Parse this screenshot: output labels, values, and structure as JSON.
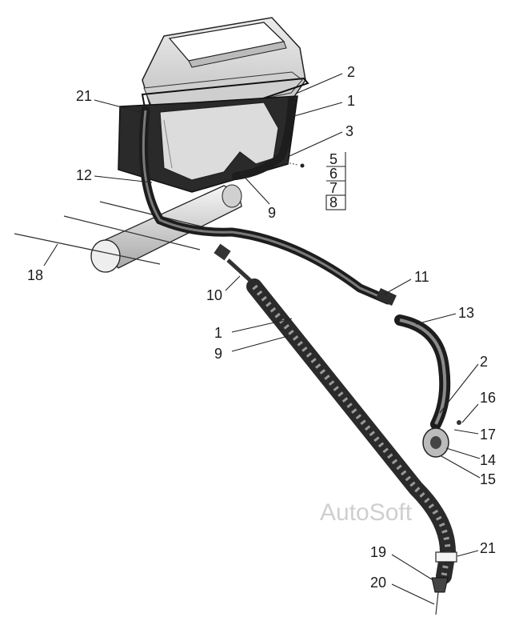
{
  "labels": {
    "l1a": "1",
    "l1b": "1",
    "l2a": "2",
    "l2b": "2",
    "l3": "3",
    "l5": "5",
    "l6": "6",
    "l7": "7",
    "l8": "8",
    "l9a": "9",
    "l9b": "9",
    "l10": "10",
    "l11": "11",
    "l12": "12",
    "l13": "13",
    "l14": "14",
    "l15": "15",
    "l16": "16",
    "l17": "17",
    "l18": "18",
    "l19": "19",
    "l20": "20",
    "l21a": "21",
    "l21b": "21"
  },
  "watermark": "AutoSoft",
  "colors": {
    "line": "#1a1a1a",
    "hose": "#2b2b2b",
    "housing": "#d9d9d9",
    "watermark": "#cfcfcf"
  }
}
